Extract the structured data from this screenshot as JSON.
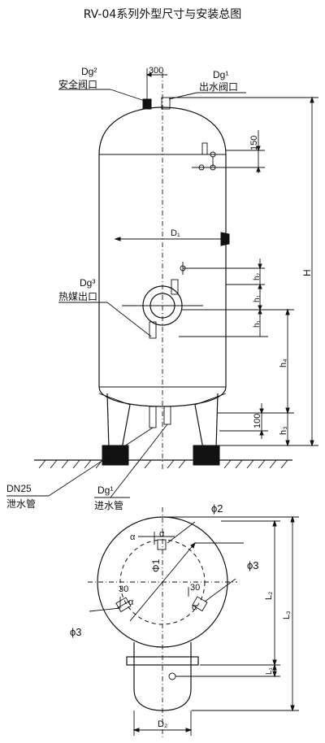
{
  "title": "RV-04系列外型尺寸与安装总图",
  "labels": {
    "dg2": "Dg²",
    "safety_valve": "安全阀口",
    "dim_300": "300",
    "dg1_top": "Dg¹",
    "outlet": "出水阀口",
    "dim_150": "150",
    "d1": "D₁",
    "dg3": "Dg³",
    "heat_outlet": "热媒出口",
    "h2": "h₂",
    "h1a": "h₁",
    "h1b": "h₁",
    "h4": "h₄",
    "h3": "h₃",
    "H": "H",
    "dim_100": "100",
    "dn25": "DN25",
    "drain": "泄水管",
    "dg1_bottom": "Dg¹",
    "inlet": "进水管",
    "phi2": "ϕ2",
    "phi3_left": "ϕ3",
    "phi3_right": "ϕ3",
    "phi1": "Φ1",
    "alpha_top1": "α",
    "alpha_top2": "α",
    "alpha_left": "α",
    "alpha_right": "α",
    "a30_left": "30",
    "a30_right": "30",
    "L1": "L₁",
    "L2": "L₂",
    "L3": "L₃",
    "D2": "D₂"
  }
}
